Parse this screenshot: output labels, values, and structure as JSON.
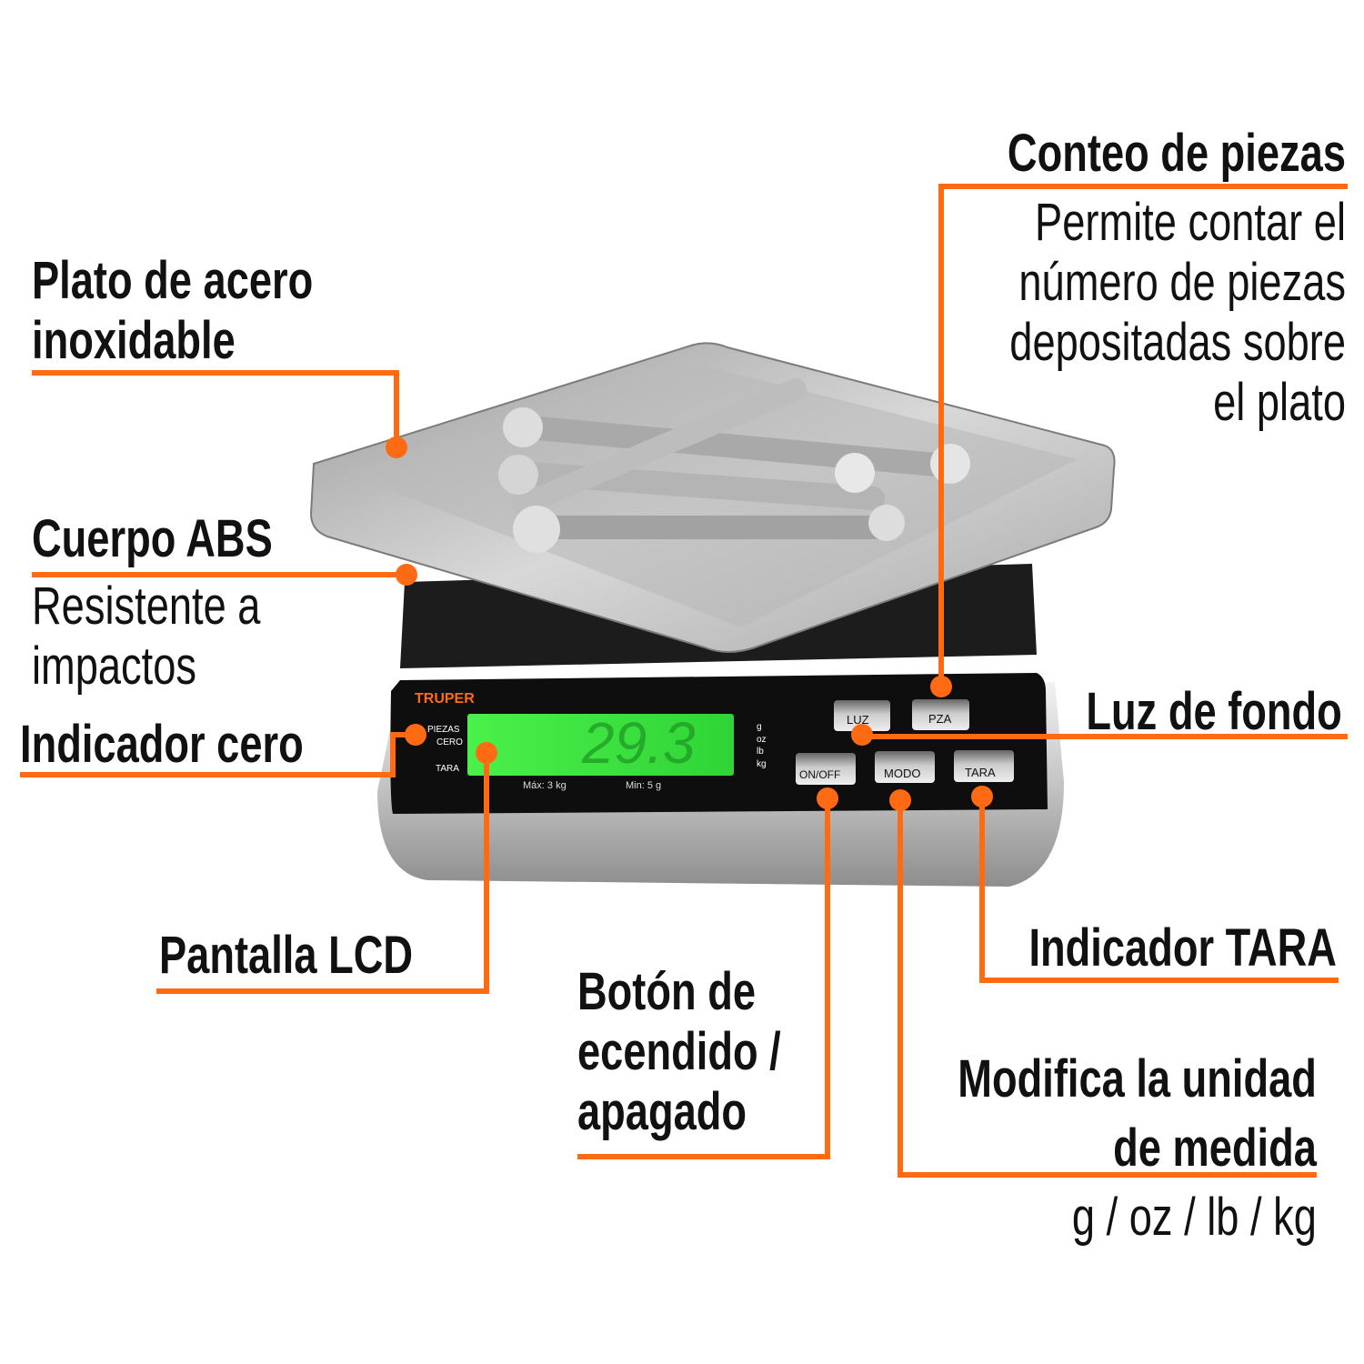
{
  "labels": {
    "plato": {
      "line1": "Plato de acero",
      "line2": "inoxidable"
    },
    "cuerpo": {
      "title": "Cuerpo ABS",
      "line1": "Resistente a",
      "line2": "impactos"
    },
    "indicador_cero": {
      "title": "Indicador cero"
    },
    "pantalla": {
      "title": "Pantalla LCD"
    },
    "boton": {
      "line1": "Botón de",
      "line2": "ecendido /",
      "line3": "apagado"
    },
    "conteo": {
      "title": "Conteo de piezas",
      "line1": "Permite contar el",
      "line2": "número de piezas",
      "line3": "depositadas sobre",
      "line4": "el plato"
    },
    "luz": {
      "title": "Luz de fondo"
    },
    "tara": {
      "title": "Indicador TARA"
    },
    "modifica": {
      "line1": "Modifica la unidad",
      "line2": "de medida",
      "units": "g / oz / lb / kg"
    }
  },
  "scale": {
    "brand": "TRUPER",
    "indicators": [
      "PIEZAS",
      "CERO",
      "TARA"
    ],
    "display_value": "29.3",
    "units": [
      "g",
      "oz",
      "lb",
      "kg"
    ],
    "max": "Máx: 3 kg",
    "min": "Min: 5 g",
    "buttons": {
      "luz": "LUZ",
      "pza": "PZA",
      "onoff": "ON/OFF",
      "modo": "MODO",
      "tara": "TARA"
    }
  },
  "colors": {
    "accent": "#ff6a13",
    "lcd": "#33e03a",
    "panel": "#111111"
  }
}
